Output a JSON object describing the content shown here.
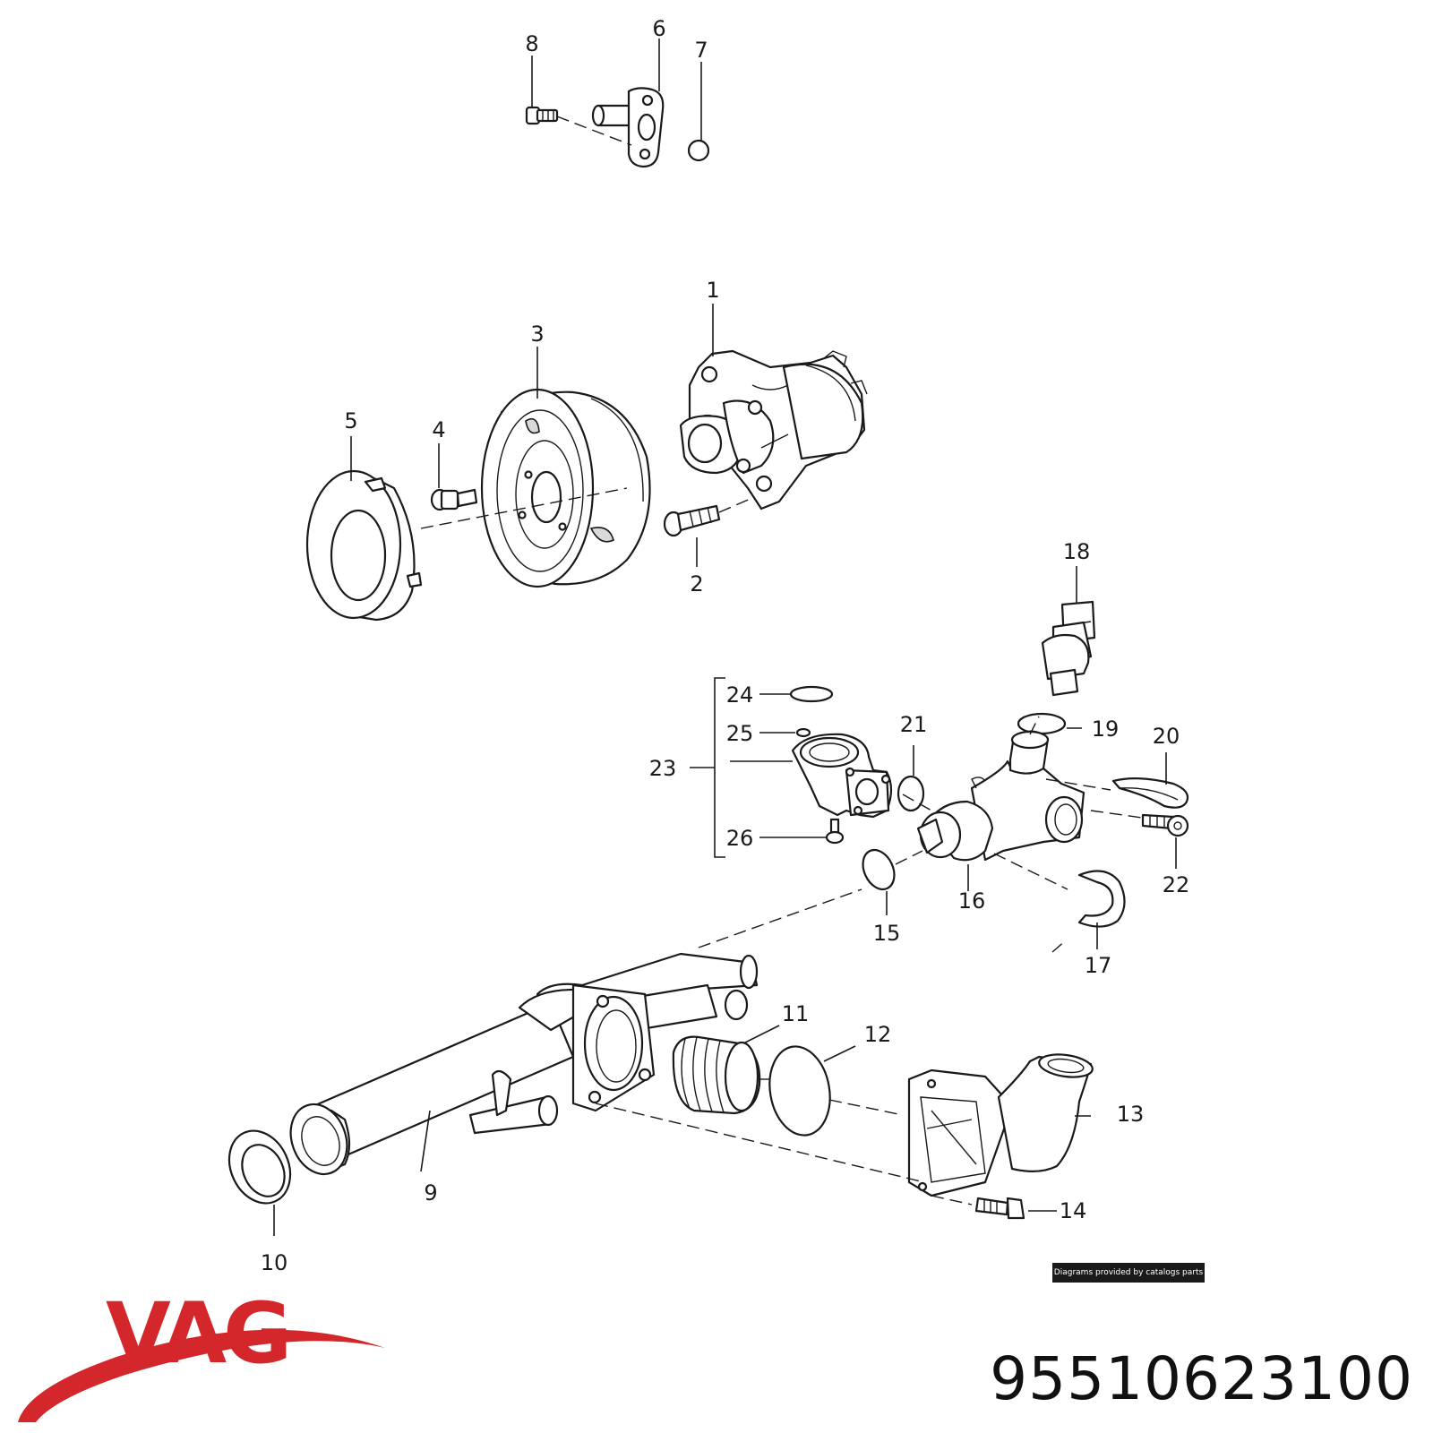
{
  "labels": [
    "1",
    "2",
    "3",
    "4",
    "5",
    "6",
    "7",
    "8",
    "9",
    "10",
    "11",
    "12",
    "13",
    "14",
    "15",
    "16",
    "17",
    "18",
    "19",
    "20",
    "21",
    "22",
    "23",
    "24",
    "25",
    "26"
  ],
  "credit": "Diagrams provided by catalogs parts",
  "brand": "VAG",
  "part_number": "95510623100",
  "colors": {
    "brand_red": "#d3272c",
    "ink": "#1a1a1a"
  }
}
